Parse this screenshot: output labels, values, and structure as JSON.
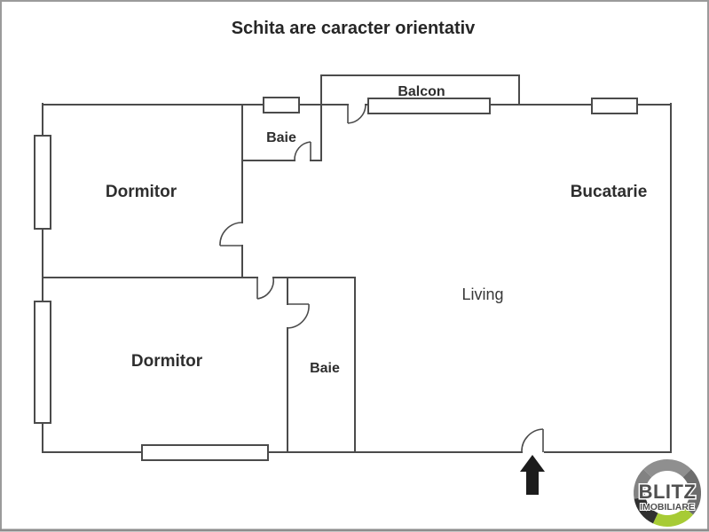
{
  "title": "Schita are caracter orientativ",
  "plan": {
    "type": "apartment-floor-plan",
    "rooms": [
      {
        "id": "dormitor-top",
        "label": "Dormitor"
      },
      {
        "id": "baie-top",
        "label": "Baie"
      },
      {
        "id": "balcon",
        "label": "Balcon"
      },
      {
        "id": "bucatarie",
        "label": "Bucatarie"
      },
      {
        "id": "living",
        "label": "Living"
      },
      {
        "id": "dormitor-bottom",
        "label": "Dormitor"
      },
      {
        "id": "baie-bottom",
        "label": "Baie"
      }
    ],
    "entrance_marker": "up-arrow",
    "door_count": 6,
    "window_count": 6
  },
  "logo": {
    "name": "Blitz Imobiliare",
    "line1": "BLITZ",
    "line2": "IMOBILIARE",
    "accent_green": "#a7cb35"
  },
  "colors": {
    "wall": "#4b4b4b",
    "label_text": "#2e2e2e",
    "entrance_arrow": "#1c1c1c",
    "frame_border": "#9b9b9b",
    "background": "#ffffff"
  }
}
